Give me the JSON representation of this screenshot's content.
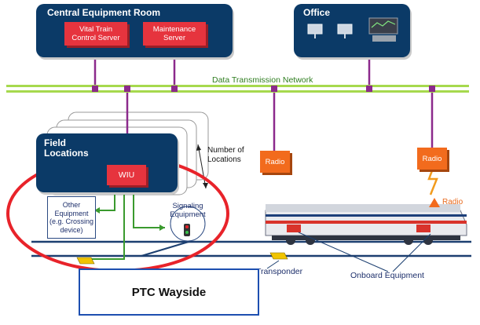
{
  "central_room": {
    "title": "Central Equipment Room",
    "vital_server": "Vital Train Control Server",
    "maintenance_server": "Maintenance Server"
  },
  "office": {
    "title": "Office"
  },
  "network": {
    "label": "Data Transmission Network"
  },
  "field": {
    "title": "Field Locations",
    "wiu": "WIU",
    "number_of_locations": "Number of Locations",
    "other_equipment": "Other Equipment (e.g. Crossing device)",
    "signaling_equipment": "Signaling Equipment"
  },
  "radio_1": "Radio",
  "radio_2": "Radio",
  "radio_antenna": "Radio",
  "transponder": "Transponder",
  "onboard_equipment": "Onboard Equipment",
  "ptc_wayside": "PTC Wayside",
  "colors": {
    "panel": "#0b3a67",
    "server": "#e6343e",
    "radio": "#f26b1d",
    "network": "#a6d94e",
    "link": "#8c2a8c",
    "highlight": "#e8232a"
  }
}
